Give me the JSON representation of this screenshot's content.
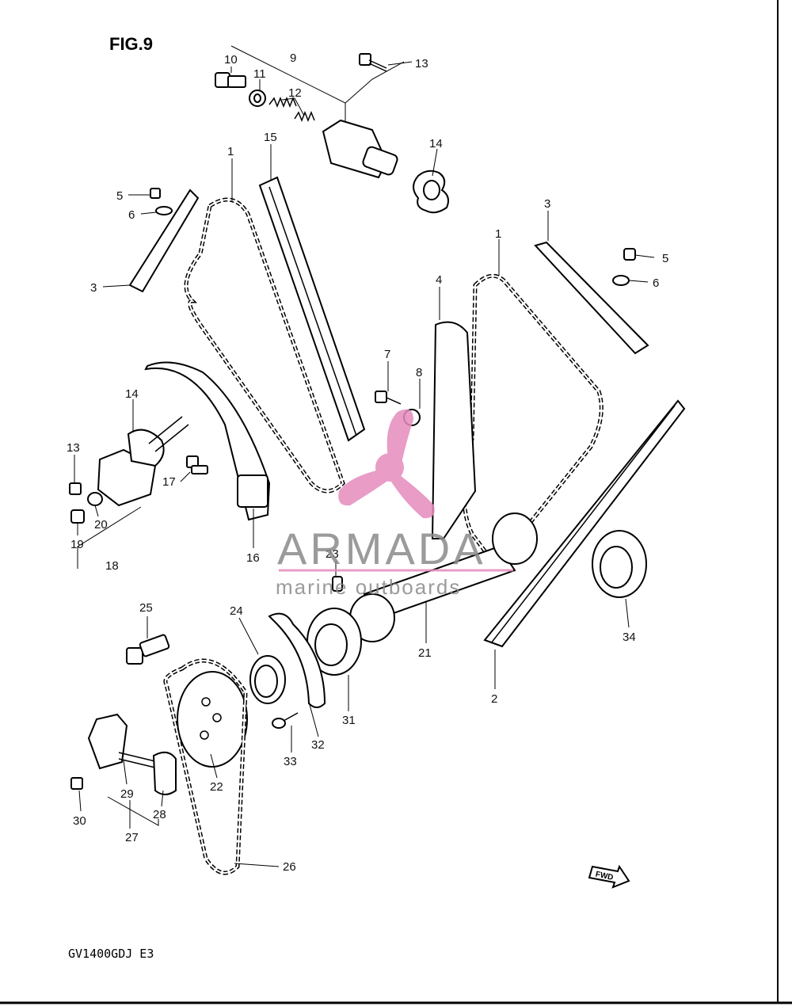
{
  "figure_title": "FIG.9",
  "model_code": "GV1400GDJ E3",
  "watermark": {
    "brand": "ARMADA",
    "tagline": "marine outboards",
    "logo_color": "#e58bbd",
    "text_color": "#8a8a8a"
  },
  "fwd_arrow": {
    "label": "FWD"
  },
  "callouts": [
    "1",
    "1",
    "2",
    "3",
    "3",
    "4",
    "5",
    "5",
    "6",
    "6",
    "7",
    "8",
    "9",
    "10",
    "11",
    "12",
    "13",
    "13",
    "14",
    "14",
    "15",
    "16",
    "17",
    "18",
    "19",
    "20",
    "21",
    "22",
    "23",
    "24",
    "25",
    "26",
    "27",
    "28",
    "29",
    "30",
    "31",
    "32",
    "33",
    "34"
  ]
}
